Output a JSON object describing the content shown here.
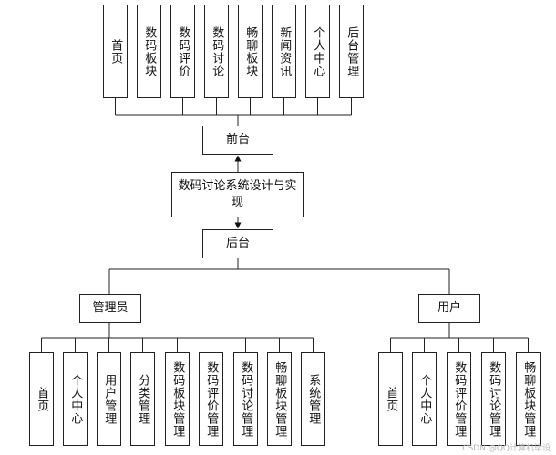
{
  "diagram": {
    "center": {
      "label": "数码讨论系统设计与实现"
    },
    "frontend": {
      "label": "前台",
      "modules": [
        "首页",
        "数码板块",
        "数码评价",
        "数码讨论",
        "畅聊板块",
        "新闻资讯",
        "个人中心",
        "后台管理"
      ]
    },
    "backend": {
      "label": "后台",
      "roles": [
        {
          "label": "管理员",
          "modules": [
            "首页",
            "个人中心",
            "用户管理",
            "分类管理",
            "数码板块管理",
            "数码评价管理",
            "数码讨论管理",
            "畅聊板块管理",
            "系统管理"
          ]
        },
        {
          "label": "用户",
          "modules": [
            "首页",
            "个人中心",
            "数码评价管理",
            "数码讨论管理",
            "畅聊板块管理"
          ]
        }
      ]
    }
  },
  "watermark": "CSDN @QQ计算机毕设"
}
